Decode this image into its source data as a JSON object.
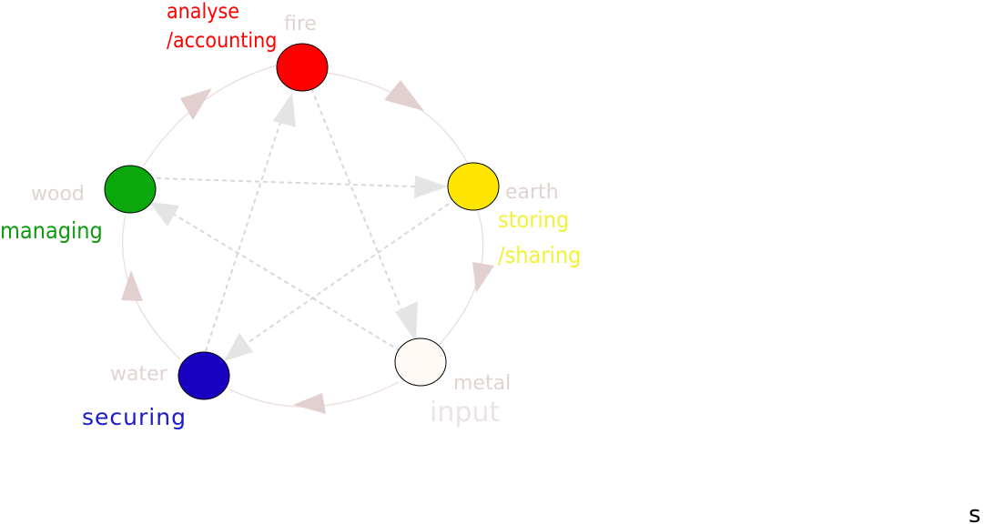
{
  "colors": {
    "fire": "#ff0000",
    "earth": "#ffe600",
    "metal": "#fffaf5",
    "water": "#1a00c0",
    "wood": "#0aa80a",
    "cycle_line": "#eadada",
    "cycle_arrow": "#e2d0d0",
    "cross_line": "#d8d8d8",
    "cross_arrow": "#e4e4e4",
    "element_label": "#e3d2d2",
    "role_red": "#ff0000",
    "role_yellow": "#f2f23a",
    "role_green": "#119911",
    "role_blue": "#1a1acc",
    "role_input": "#ece4e4"
  },
  "elements": {
    "fire": "fire",
    "earth": "earth",
    "metal": "metal",
    "water": "water",
    "wood": "wood"
  },
  "roles": {
    "fire_line1": "analyse",
    "fire_line2": "/accounting",
    "earth_line1": "storing",
    "earth_line2": "/sharing",
    "metal": "input",
    "water": "securing",
    "wood": "managing"
  },
  "corner_text": "s"
}
